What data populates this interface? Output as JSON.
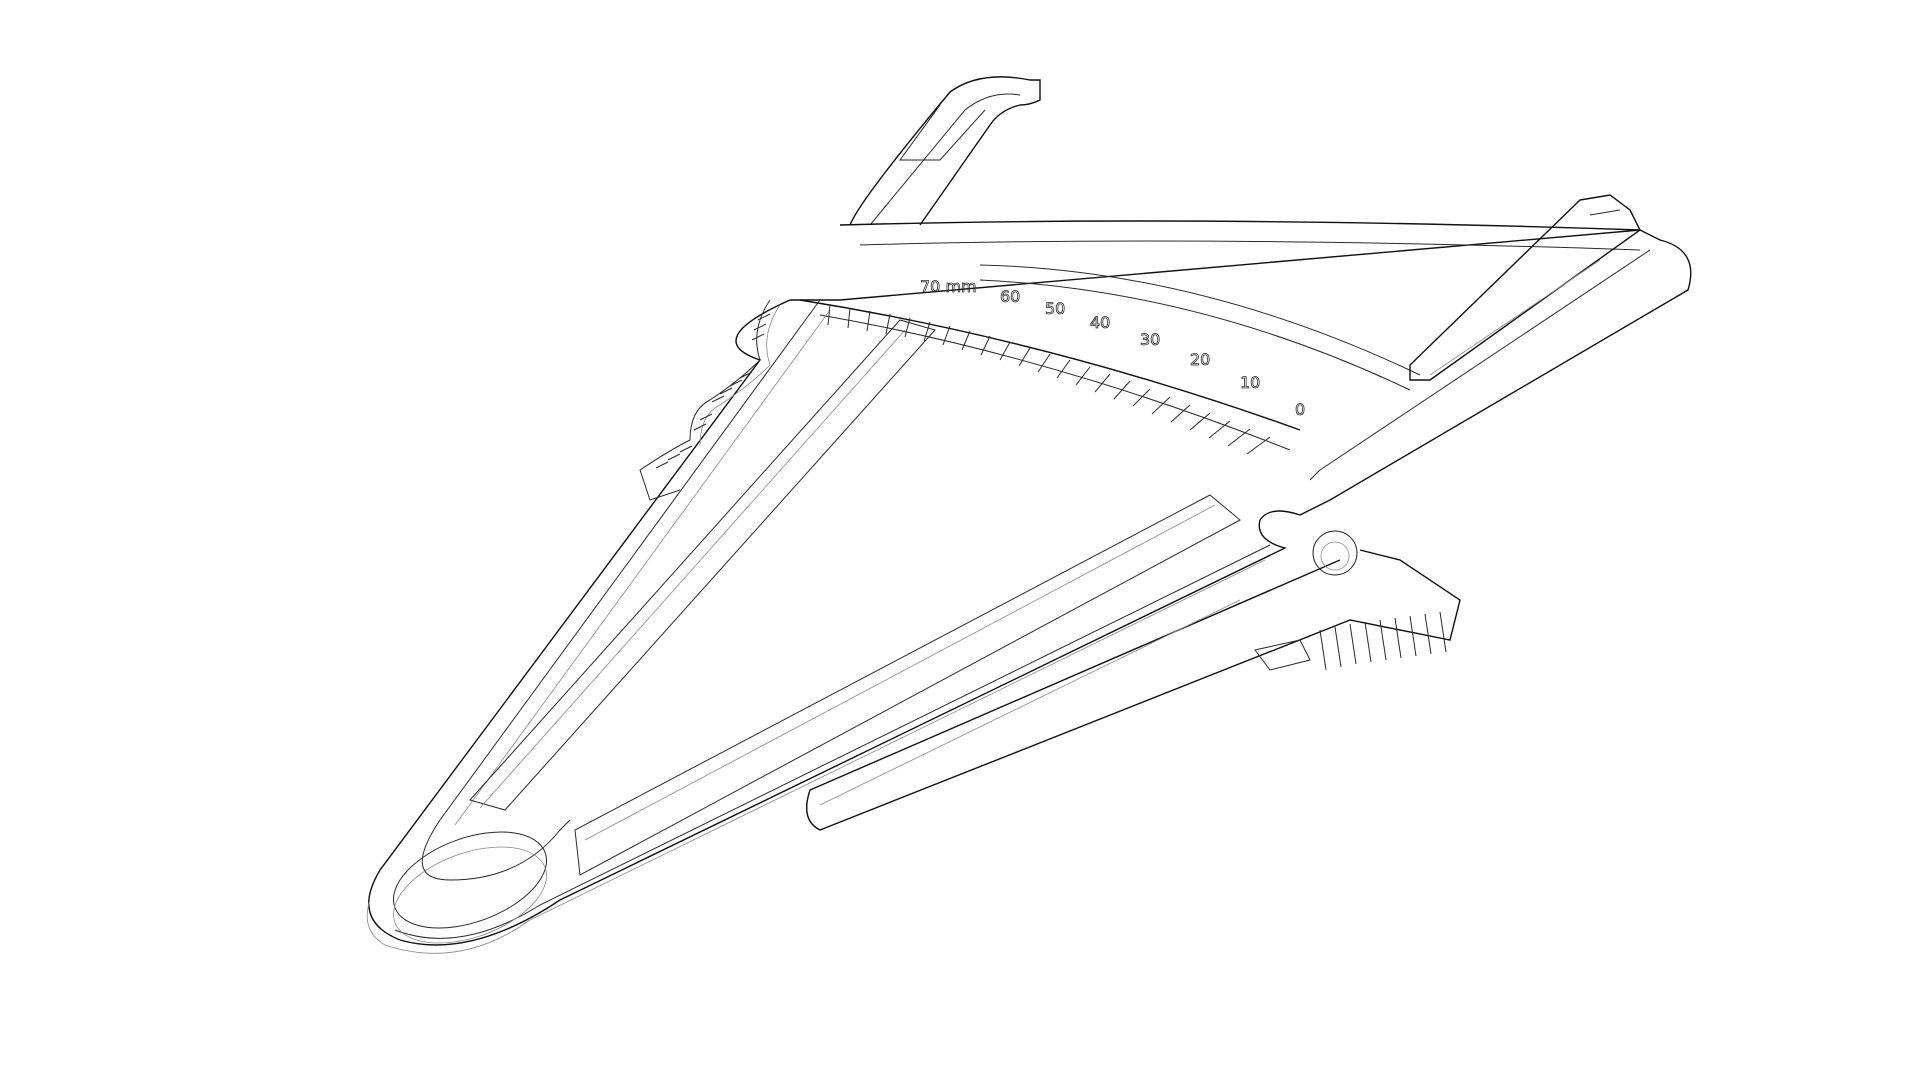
{
  "figure": {
    "subject": "Skinfold caliper wireframe drawing",
    "background": "#ffffff",
    "line_color": "#2a2a2a"
  },
  "scale": {
    "unit": "mm",
    "labels": [
      "0",
      "10",
      "20",
      "30",
      "40",
      "50",
      "60",
      "70 mm"
    ]
  }
}
